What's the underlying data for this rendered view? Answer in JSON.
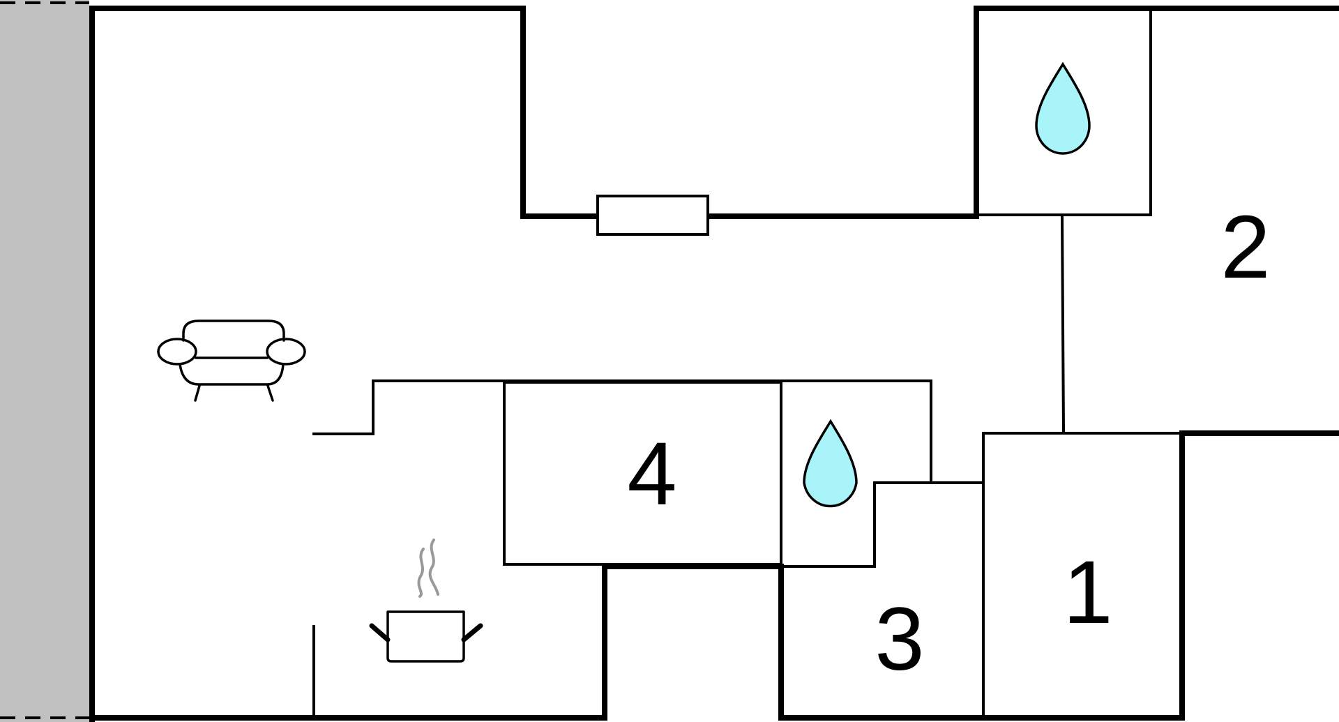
{
  "floorplan": {
    "rooms": [
      {
        "id": "room-1",
        "label": "1"
      },
      {
        "id": "room-2",
        "label": "2"
      },
      {
        "id": "room-3",
        "label": "3"
      },
      {
        "id": "room-4",
        "label": "4"
      }
    ],
    "icons": {
      "sofa": "sofa-icon",
      "cooking_pot": "cooking-pot-icon",
      "water_drop": "water-drop-icon"
    },
    "colors": {
      "wall": "#000000",
      "terrace": "#c0c0c0",
      "water": "#a8f4f8",
      "steam": "#999999",
      "background": "#ffffff"
    }
  }
}
